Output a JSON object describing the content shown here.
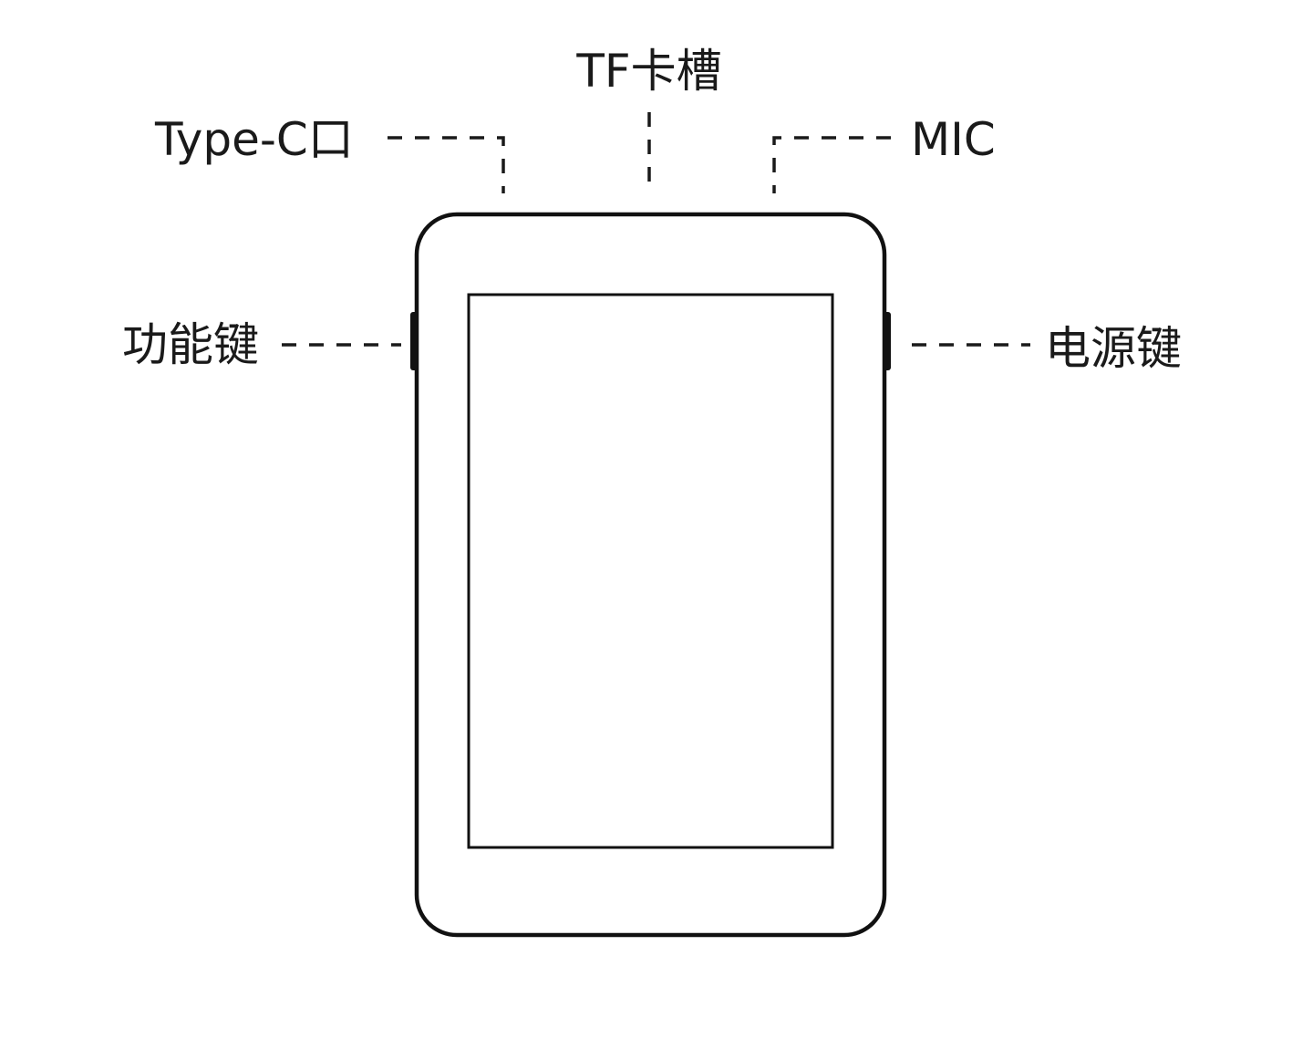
{
  "labels": {
    "type_c": "Type-C口",
    "tf_slot": "TF卡槽",
    "mic": "MIC",
    "function_key": "功能键",
    "power_key": "电源键"
  }
}
